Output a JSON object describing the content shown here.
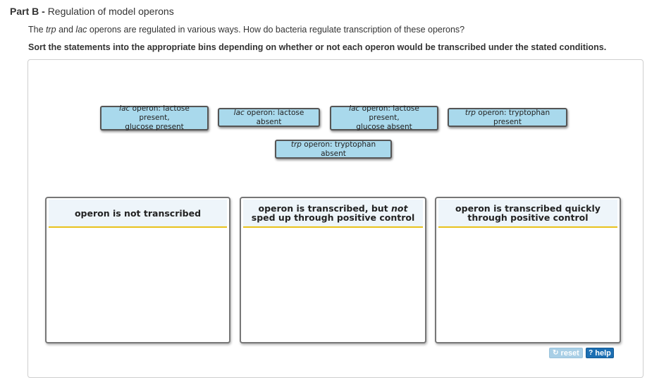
{
  "header": {
    "part_label": "Part B -",
    "part_title": "Regulation of model operons"
  },
  "question": {
    "pre": "The ",
    "trp": "trp",
    "mid1": " and ",
    "lac": "lac",
    "post": " operons are regulated in various ways. How do bacteria regulate transcription of these operons?"
  },
  "instruction": "Sort the statements into the appropriate bins depending on whether or not each operon would be transcribed under the stated conditions.",
  "tiles": [
    {
      "gene": "lac",
      "rest": " operon: lactose present,",
      "line2": "glucose present"
    },
    {
      "gene": "lac",
      "rest": " operon: lactose absent",
      "line2": ""
    },
    {
      "gene": "lac",
      "rest": " operon: lactose present,",
      "line2": "glucose absent"
    },
    {
      "gene": "trp",
      "rest": " operon: tryptophan present",
      "line2": ""
    },
    {
      "gene": "trp",
      "rest": " operon: tryptophan absent",
      "line2": ""
    }
  ],
  "bins": [
    {
      "text1": "operon is not transcribed",
      "text2": ""
    },
    {
      "line1_pre": "operon is transcribed, but ",
      "line1_em": "not",
      "line2": "sped up through positive control"
    },
    {
      "line1": "operon is transcribed quickly",
      "line2": "through positive control"
    }
  ],
  "buttons": {
    "reset_label": "reset",
    "help_label": "help",
    "reset_icon": "reset-icon",
    "help_icon": "help-icon",
    "help_color": "#1c6fb3",
    "reset_color": "#a9cfe6"
  },
  "colors": {
    "tile_bg": "#a9d9ec",
    "bin_divider": "#e8c21c"
  }
}
